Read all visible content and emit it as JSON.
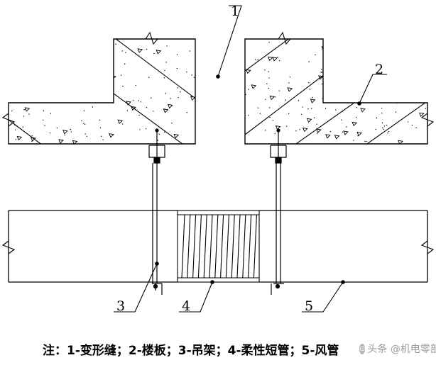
{
  "labels": {
    "deformation_joint": "1",
    "floor_slab": "2",
    "hanger": "3",
    "flexible_short_pipe": "4",
    "air_duct": "5"
  },
  "note": "注：1-变形缝；2-楼板；3-吊架；4-柔性短管；5-风管",
  "watermark": "头条 @机电零部下",
  "watermark_icon": "toutiao-logo-icon"
}
